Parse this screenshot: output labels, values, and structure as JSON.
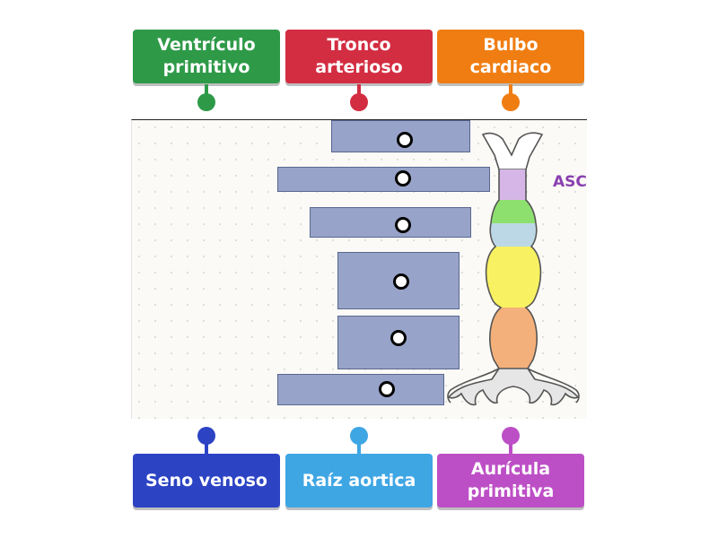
{
  "top_labels": [
    {
      "text": "Ventrículo\nprimitivo",
      "color": "#2e9a48"
    },
    {
      "text": "Tronco\narterioso",
      "color": "#d32d42"
    },
    {
      "text": "Bulbo\ncardiaco",
      "color": "#f07d12"
    }
  ],
  "bottom_labels": [
    {
      "text": "Seno venoso",
      "color": "#2c43c4"
    },
    {
      "text": "Raíz aortica",
      "color": "#3fa6e4"
    },
    {
      "text": "Aurícula\nprimitiva",
      "color": "#bd4fc6"
    }
  ],
  "diagram": {
    "partial_text": "ASC",
    "segment_colors": {
      "purple": "#d6b6e6",
      "green": "#8ee06e",
      "blue": "#bcd8e6",
      "yellow": "#f8f162",
      "orange": "#f4b07a"
    }
  },
  "drop_zone_count": 6
}
